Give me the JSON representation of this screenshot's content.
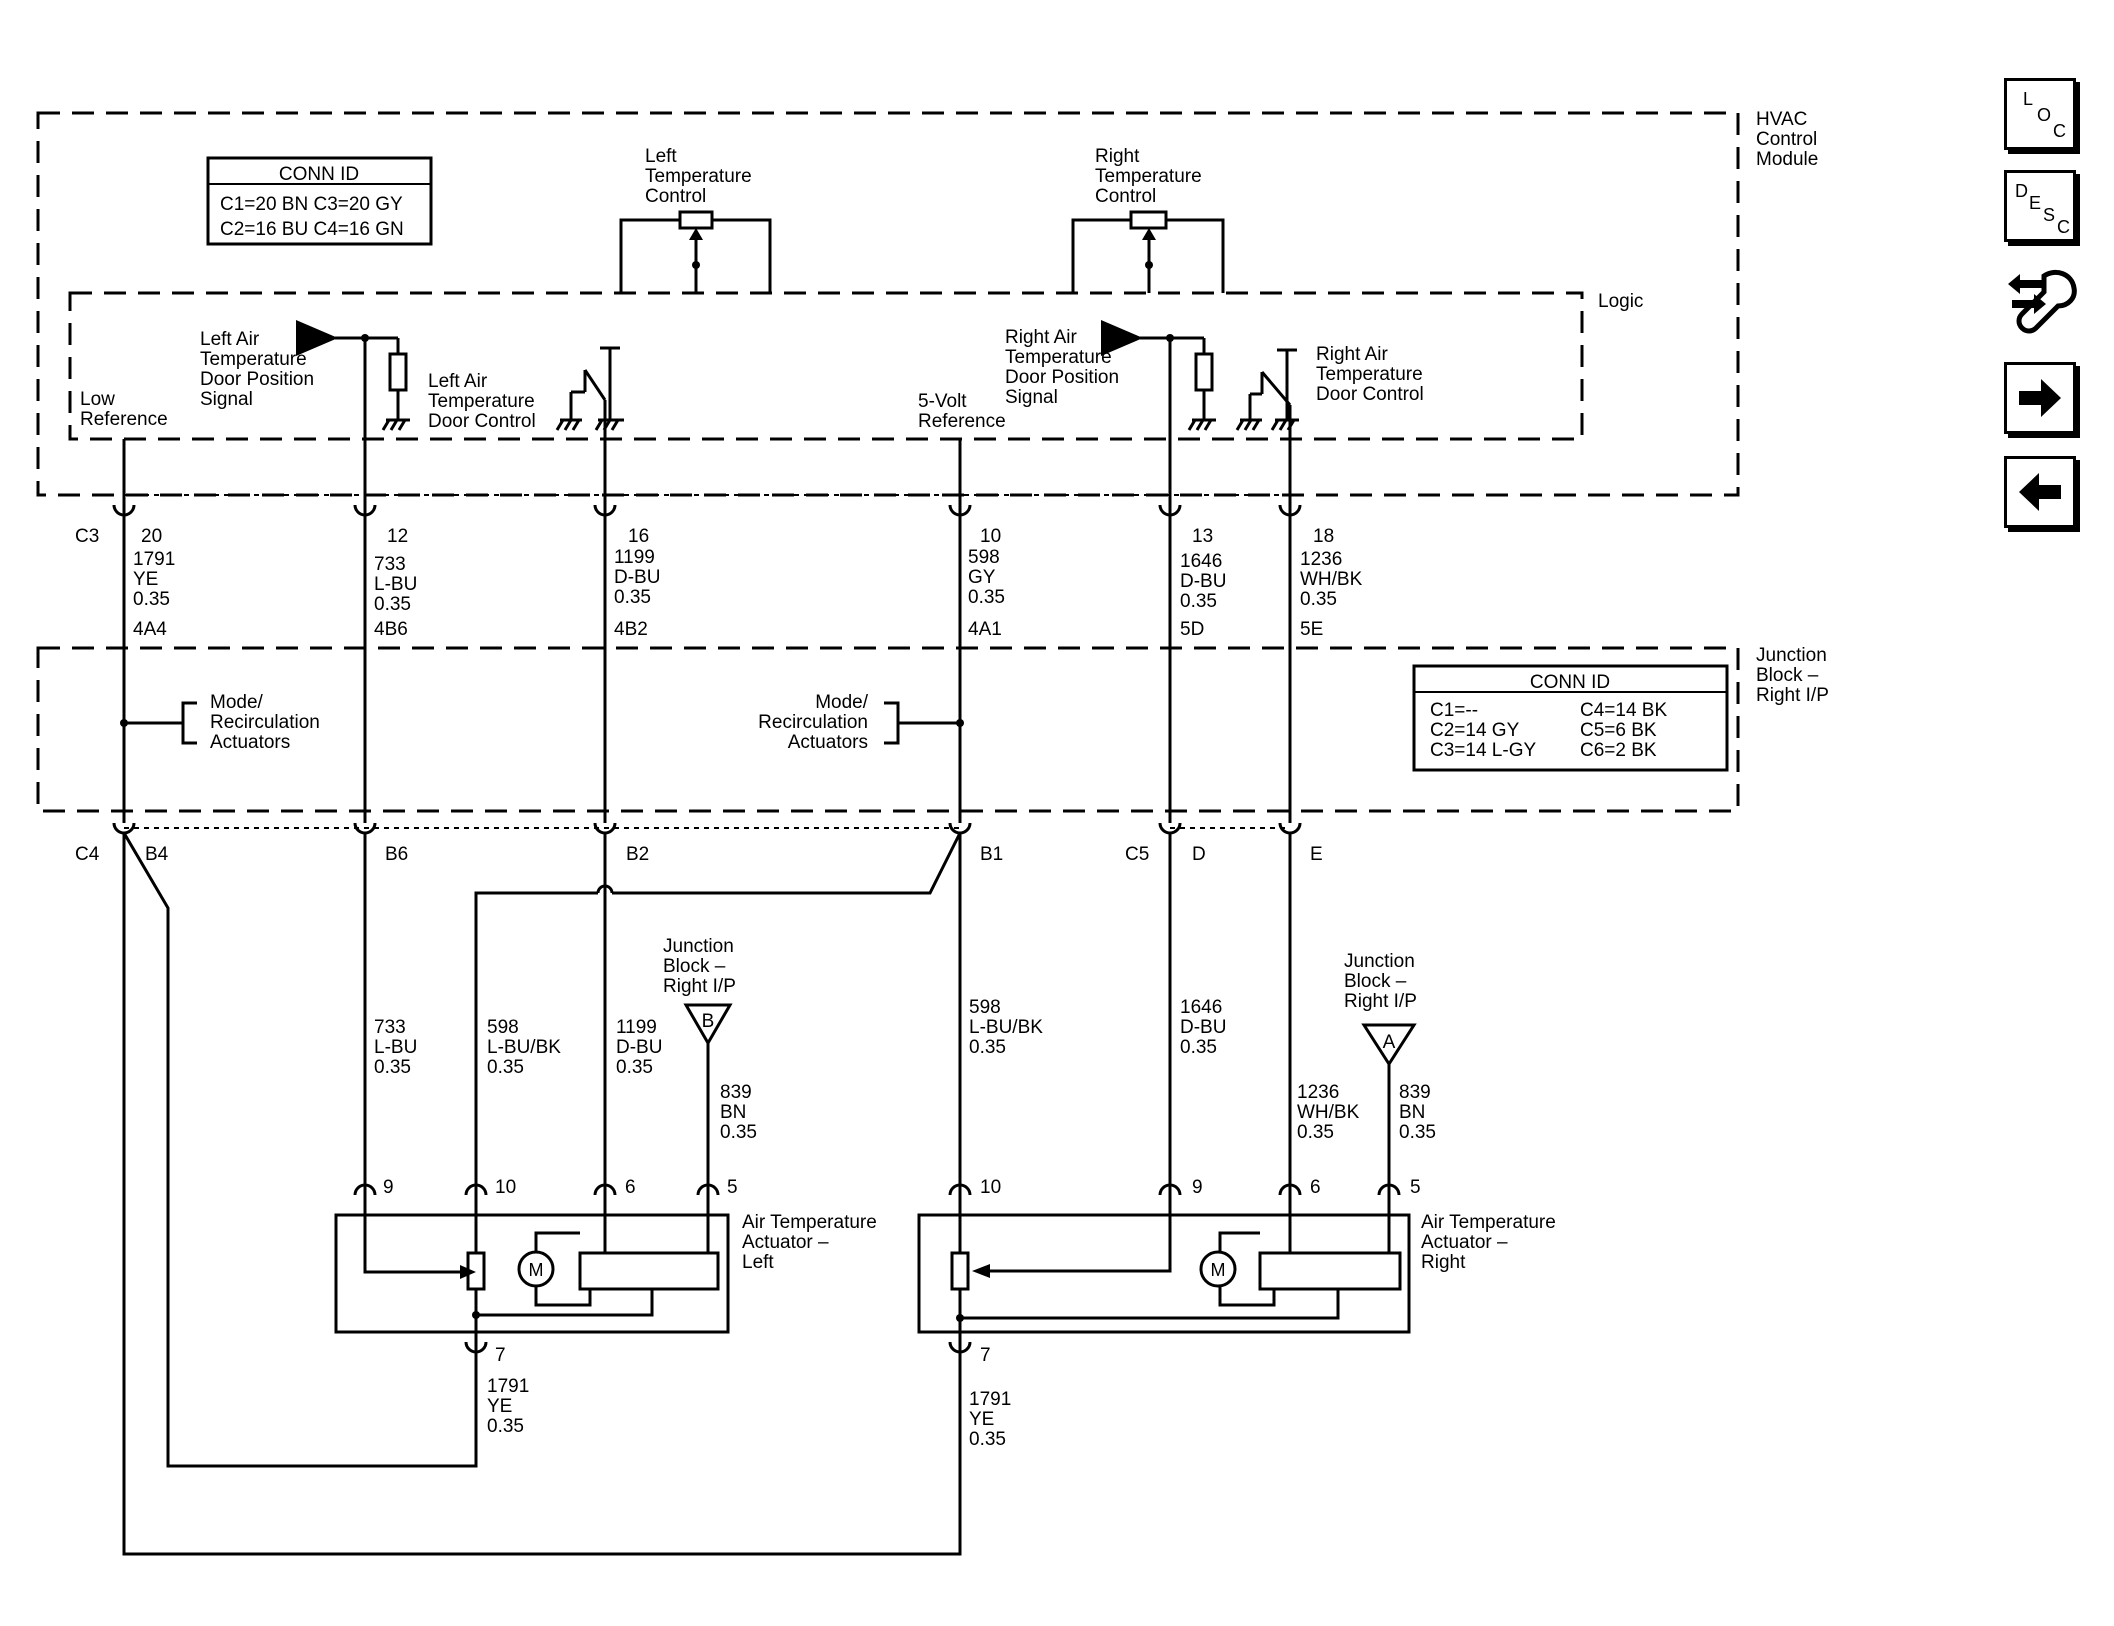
{
  "hvac": {
    "title": [
      "HVAC",
      "Control",
      "Module"
    ],
    "logic": "Logic",
    "left_temp_control": [
      "Left",
      "Temperature",
      "Control"
    ],
    "right_temp_control": [
      "Right",
      "Temperature",
      "Control"
    ],
    "conn_id_title": "CONN ID",
    "conn_id_rows": [
      "C1=20 BN   C3=20 GY",
      "C2=16 BU   C4=16 GN"
    ],
    "low_reference": [
      "Low",
      "Reference"
    ],
    "left_pos_signal": [
      "Left Air",
      "Temperature",
      "Door Position",
      "Signal"
    ],
    "left_door_control": [
      "Left Air",
      "Temperature",
      "Door Control"
    ],
    "five_volt_ref": [
      "5-Volt",
      "Reference"
    ],
    "right_pos_signal": [
      "Right Air",
      "Temperature",
      "Door Position",
      "Signal"
    ],
    "right_door_control": [
      "Right Air",
      "Temperature",
      "Door Control"
    ]
  },
  "connector_c3": {
    "name": "C3",
    "pins": [
      {
        "pin": "20",
        "circuit": "1791",
        "color": "YE",
        "gauge": "0.35",
        "splice": "4A4"
      },
      {
        "pin": "12",
        "circuit": "733",
        "color": "L-BU",
        "gauge": "0.35",
        "splice": "4B6"
      },
      {
        "pin": "16",
        "circuit": "1199",
        "color": "D-BU",
        "gauge": "0.35",
        "splice": "4B2"
      },
      {
        "pin": "10",
        "circuit": "598",
        "color": "GY",
        "gauge": "0.35",
        "splice": "4A1"
      },
      {
        "pin": "13",
        "circuit": "1646",
        "color": "D-BU",
        "gauge": "0.35",
        "splice": "5D"
      },
      {
        "pin": "18",
        "circuit": "1236",
        "color": "WH/BK",
        "gauge": "0.35",
        "splice": "5E"
      }
    ]
  },
  "junction_block": {
    "title": [
      "Junction",
      "Block –",
      "Right I/P"
    ],
    "mode_left": [
      "Mode/",
      "Recirculation",
      "Actuators"
    ],
    "mode_right": [
      "Mode/",
      "Recirculation",
      "Actuators"
    ],
    "conn_id_title": "CONN ID",
    "conn_id_rows": [
      [
        "C1=--",
        "C4=14 BK"
      ],
      [
        "C2=14 GY",
        "C5=6 BK"
      ],
      [
        "C3=14 L-GY",
        "C6=2 BK"
      ]
    ]
  },
  "lower_connectors": {
    "c4": "C4",
    "c5": "C5",
    "pins": [
      "B4",
      "B6",
      "B2",
      "B1",
      "D",
      "E"
    ]
  },
  "lower_wires": {
    "w733": [
      "733",
      "L-BU",
      "0.35"
    ],
    "w598l": [
      "598",
      "L-BU/BK",
      "0.35"
    ],
    "w1199": [
      "1199",
      "D-BU",
      "0.35"
    ],
    "w839l": [
      "839",
      "BN",
      "0.35"
    ],
    "w598r": [
      "598",
      "L-BU/BK",
      "0.35"
    ],
    "w1646": [
      "1646",
      "D-BU",
      "0.35"
    ],
    "w1236": [
      "1236",
      "WH/BK",
      "0.35"
    ],
    "w839r": [
      "839",
      "BN",
      "0.35"
    ],
    "w1791l": [
      "1791",
      "YE",
      "0.35"
    ],
    "w1791r": [
      "1791",
      "YE",
      "0.35"
    ]
  },
  "jb_refs": {
    "left": {
      "label": [
        "Junction",
        "Block –",
        "Right  I/P"
      ],
      "letter": "B"
    },
    "right": {
      "label": [
        "Junction",
        "Block –",
        "Right  I/P"
      ],
      "letter": "A"
    }
  },
  "actuators": {
    "left": {
      "label": [
        "Air Temperature",
        "Actuator –",
        "Left"
      ],
      "pins": [
        "9",
        "10",
        "6",
        "5"
      ],
      "ground_pin": "7",
      "motor": "M"
    },
    "right": {
      "label": [
        "Air Temperature",
        "Actuator –",
        "Right"
      ],
      "pins": [
        "10",
        "9",
        "6",
        "5"
      ],
      "ground_pin": "7",
      "motor": "M"
    }
  },
  "nav": {
    "loc": [
      "L",
      "O",
      "C"
    ],
    "desc": [
      "D",
      "E",
      "S",
      "C"
    ]
  }
}
